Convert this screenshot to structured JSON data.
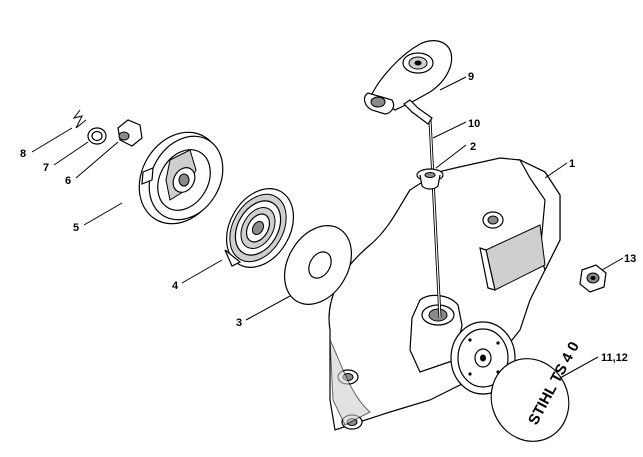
{
  "diagram": {
    "labels": {
      "p1": "1",
      "p2": "2",
      "p3": "3",
      "p4": "4",
      "p5": "5",
      "p6": "6",
      "p7": "7",
      "p8": "8",
      "p9": "9",
      "p10": "10",
      "p11_12": "11,12",
      "p13": "13"
    },
    "logo_text": "STIHL TS 4 0",
    "colors": {
      "line": "#000000",
      "background": "#ffffff",
      "shade": "#cfcfcf"
    }
  }
}
